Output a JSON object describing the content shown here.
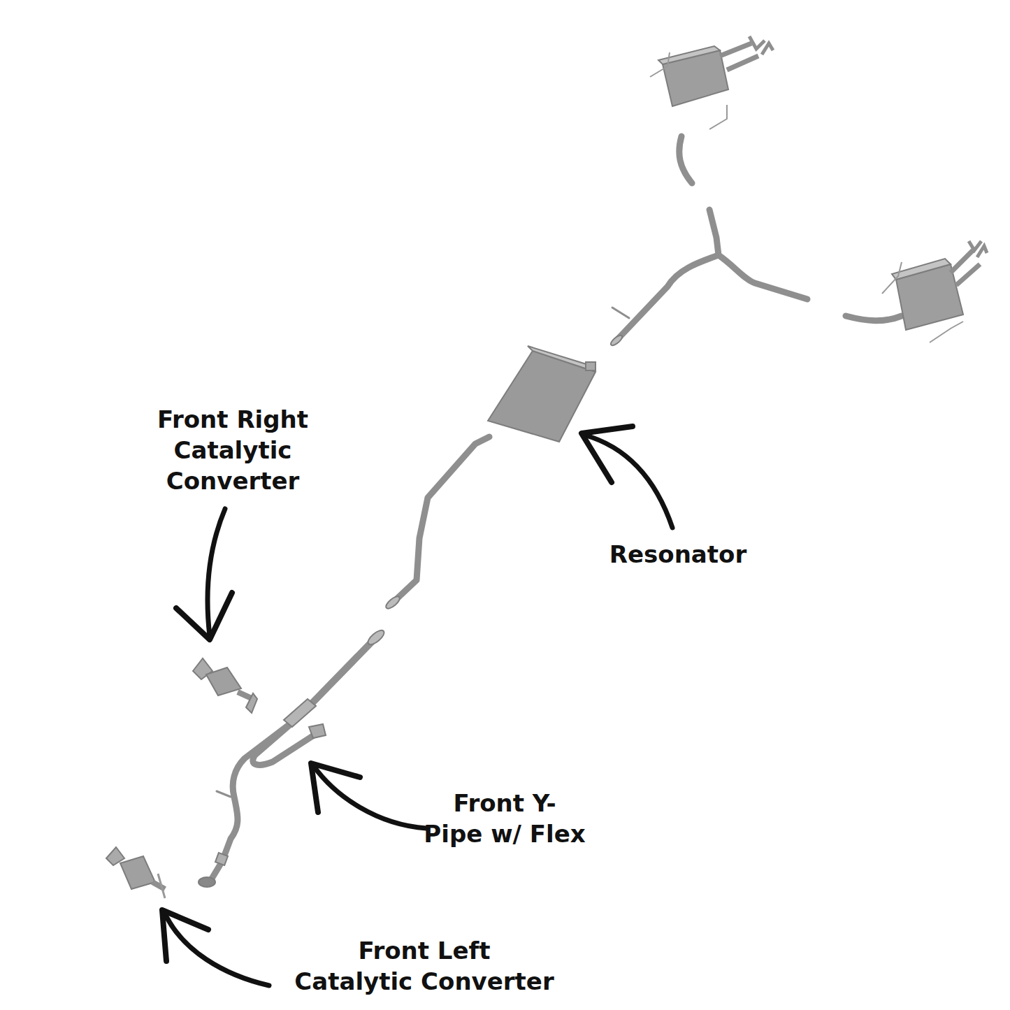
{
  "diagram": {
    "labels": [
      "Front Right Catalytic Converter",
      "Resonator",
      "Front Y-Pipe w/ Flex",
      "Front Left Catalytic Converter"
    ]
  }
}
